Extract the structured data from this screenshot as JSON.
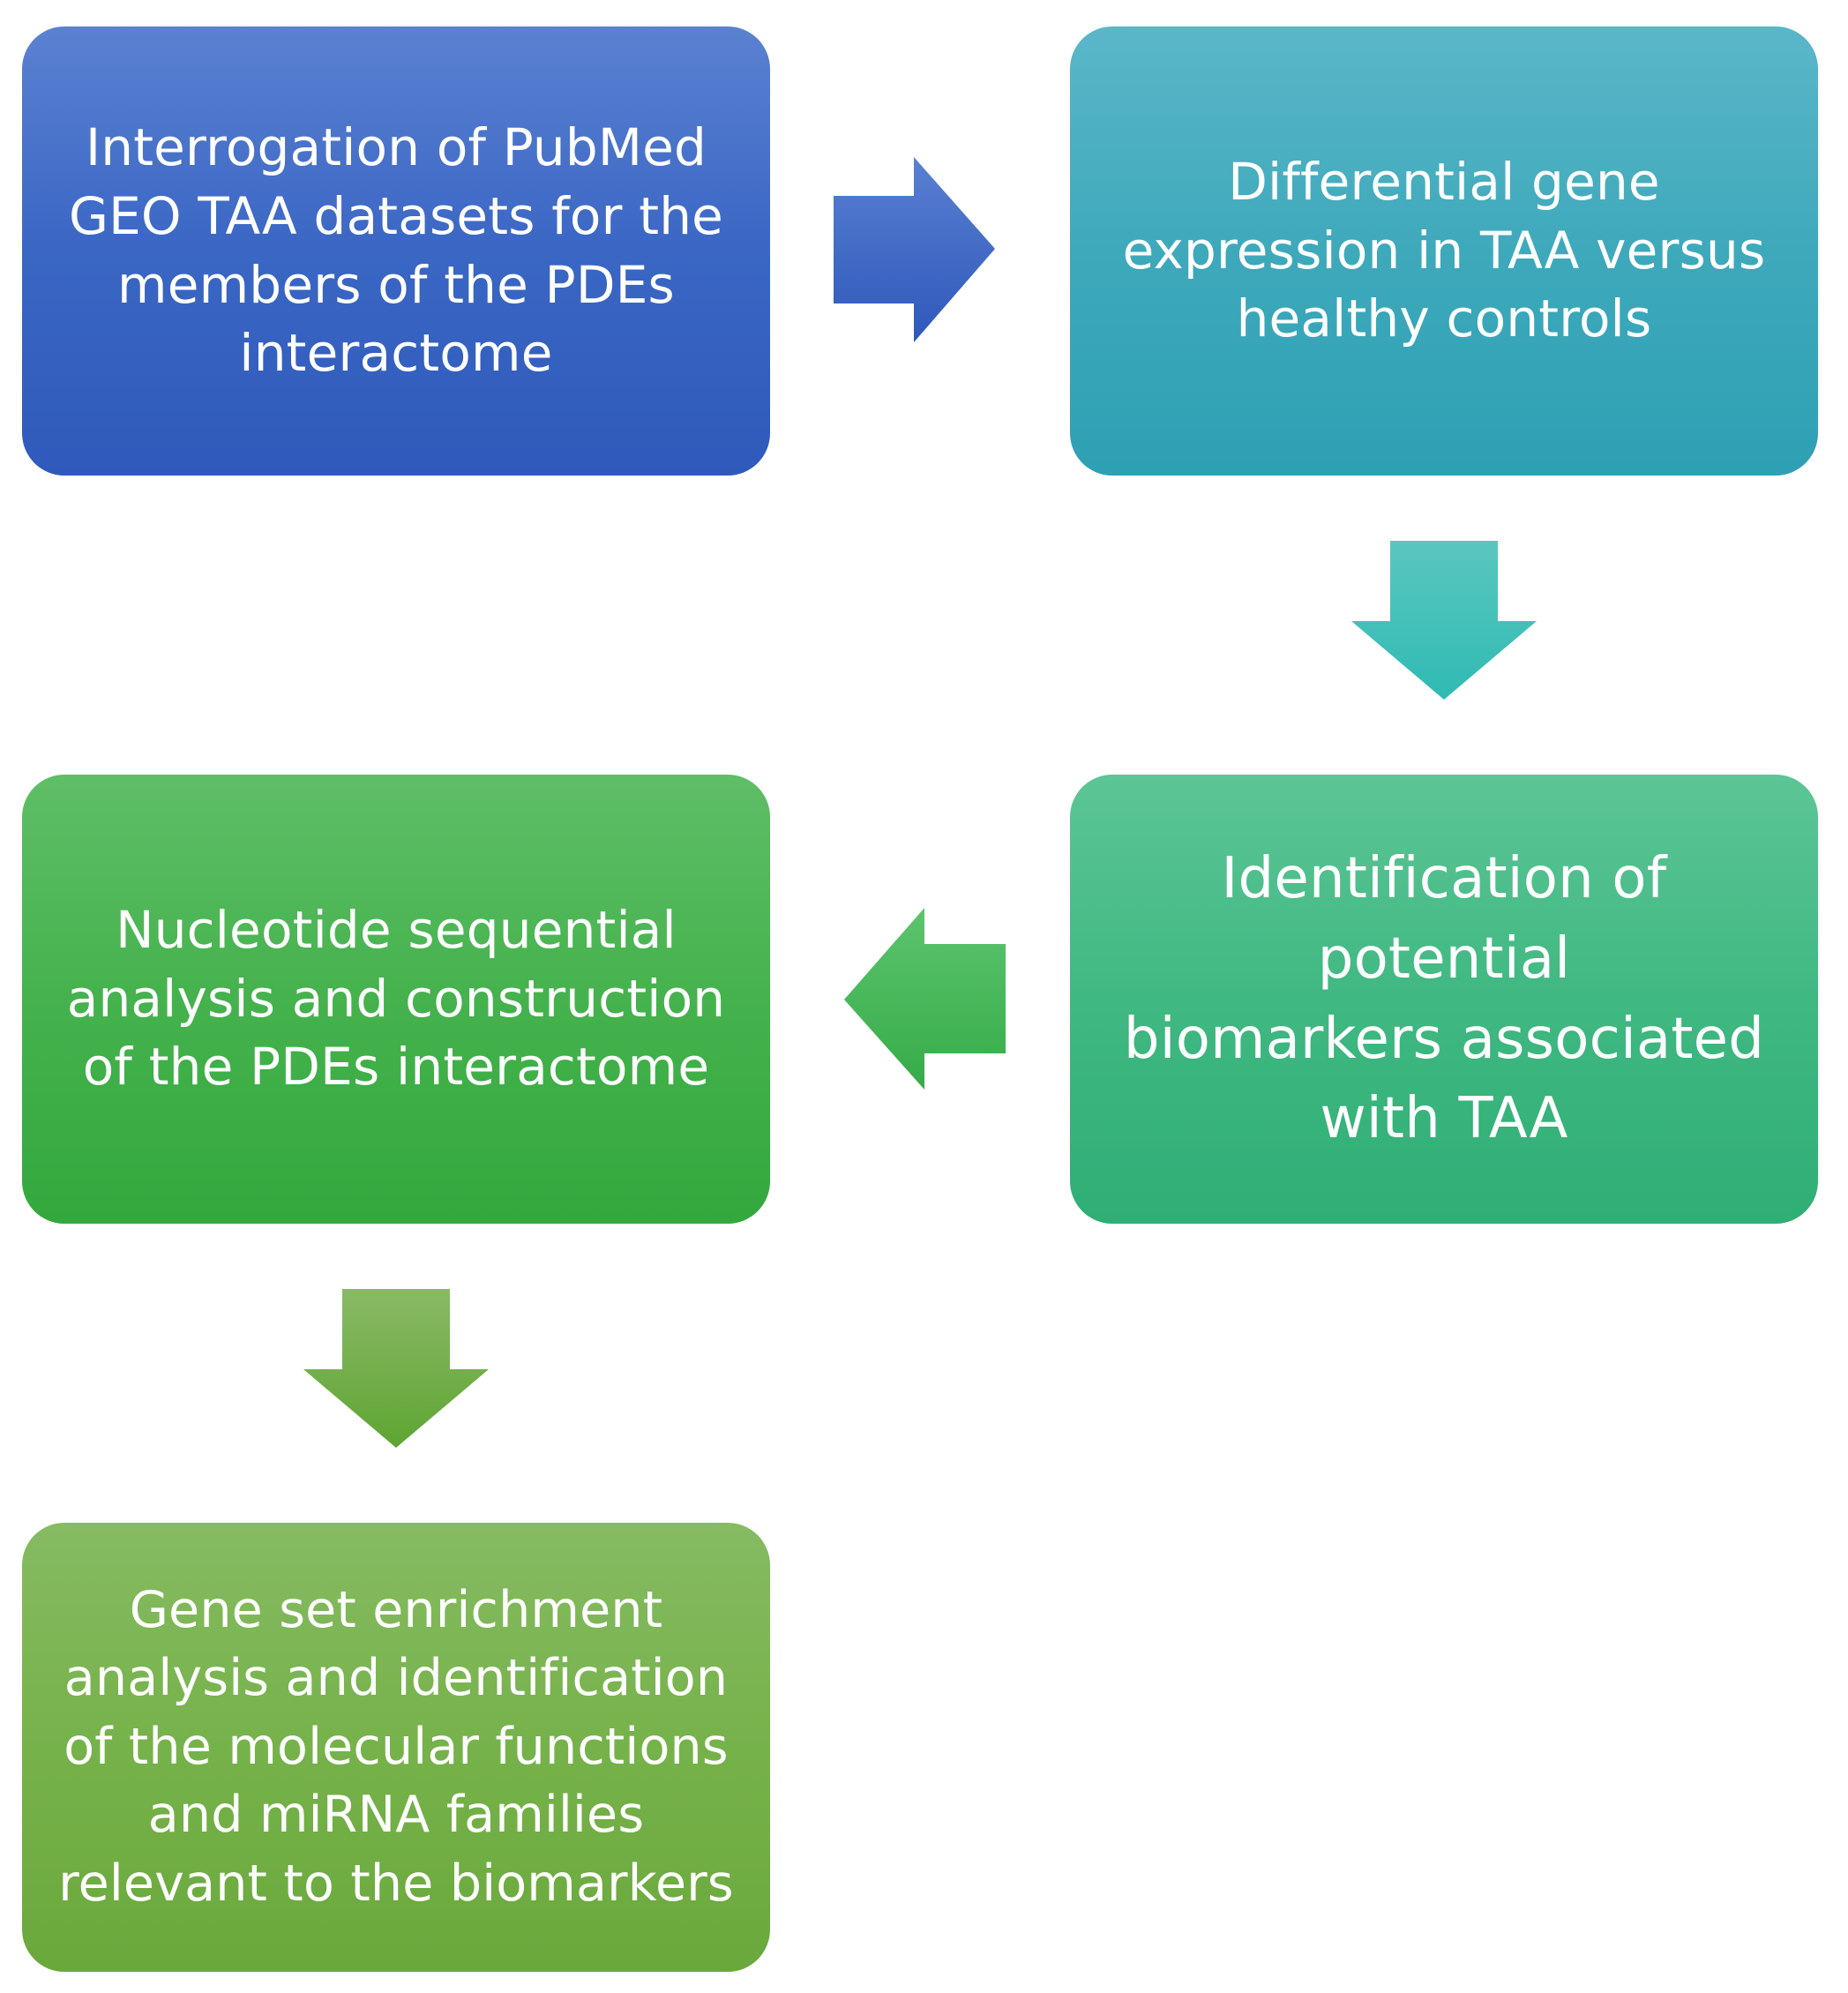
{
  "flowchart": {
    "steps": [
      {
        "id": "step-1",
        "text": "Interrogation of PubMed\nGEO TAA datasets for the\nmembers of the PDEs\ninteractome"
      },
      {
        "id": "step-2",
        "text": "Differential gene\nexpression in TAA versus\nhealthy controls"
      },
      {
        "id": "step-3",
        "text": "Identification of potential\nbiomarkers associated\nwith TAA"
      },
      {
        "id": "step-4",
        "text": "Nucleotide sequential\nanalysis and construction\nof the PDEs interactome"
      },
      {
        "id": "step-5",
        "text": "Gene set enrichment\nanalysis and identification\nof the molecular functions\nand miRNA families\nrelevant to the biomarkers"
      }
    ],
    "colors": {
      "step_1": "#3a66c4",
      "step_2": "#3ea9bb",
      "step_3": "#40b882",
      "step_4": "#45b24d",
      "step_5": "#76b24a",
      "text": "#ffffff",
      "background": "#ffffff"
    }
  }
}
